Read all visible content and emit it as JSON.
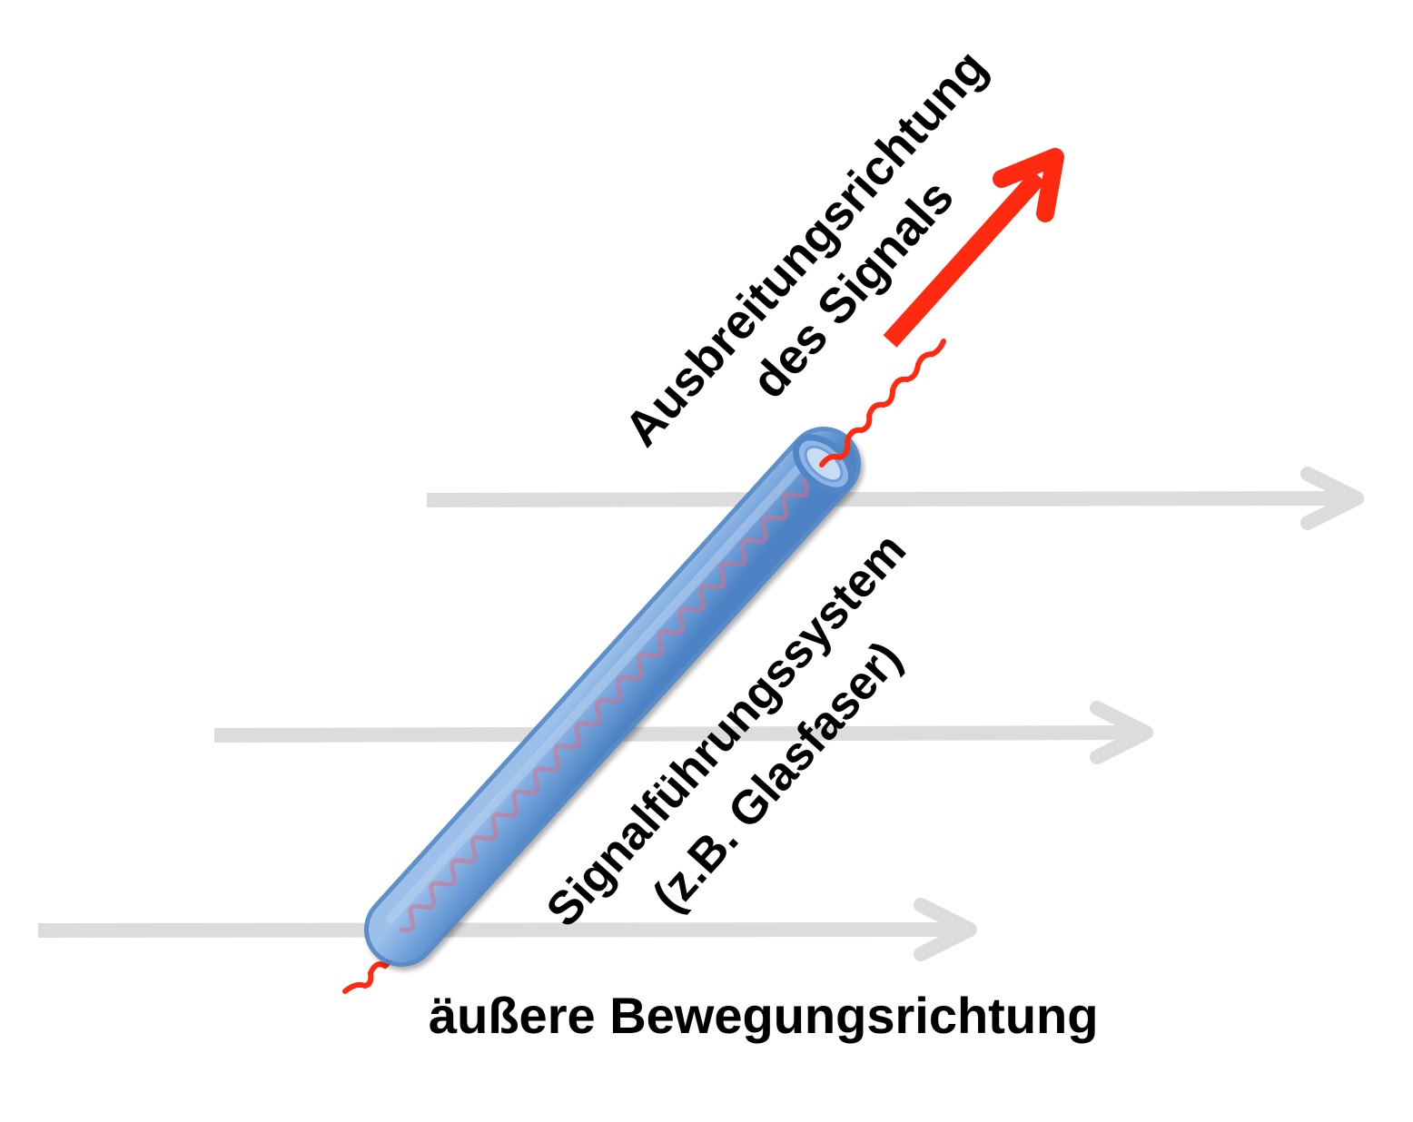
{
  "labels": {
    "propagation_line1": "Ausbreitungsrichtung",
    "propagation_line2": "des Signals",
    "guide_line1": "Signalführungssystem",
    "guide_line2": "(z.B. Glasfaser)",
    "motion": "äußere Bewegungsrichtung"
  },
  "colors": {
    "background": "#ffffff",
    "motion_arrow": "#dcdcdc",
    "fiber_fill": "#6f9fd8",
    "fiber_stroke": "#4f86c6",
    "signal": "#ff2a10",
    "text": "#000000"
  }
}
